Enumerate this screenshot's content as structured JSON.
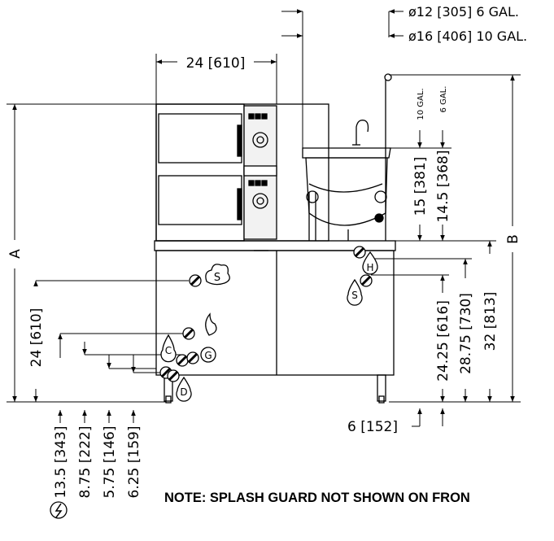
{
  "callouts": {
    "kettle_6gal": "ø12 [305] 6 GAL.",
    "kettle_10gal": "ø16 [406] 10 GAL.",
    "top_width": "24 [610]",
    "height_a": "A",
    "height_b": "B",
    "gal10_label": "10 GAL.",
    "gal6_label": "6 GAL.",
    "rim10": "15 [381]",
    "rim6": "14.5 [368]",
    "left_conn_height": "24 [610]",
    "h1": "24.25 [616]",
    "h2": "28.75 [730]",
    "h3": "32 [813]",
    "foot_height": "6 [152]",
    "b1": "13.5 [343]",
    "b2": "8.75 [222]",
    "b3": "5.75 [146]",
    "b4": "6.25 [159]"
  },
  "connections": {
    "steam": "S",
    "gas": "G",
    "cold_water": "C",
    "hot_water": "H",
    "drain": "D"
  },
  "note": "NOTE: SPLASH GUARD NOT SHOWN ON FRON"
}
